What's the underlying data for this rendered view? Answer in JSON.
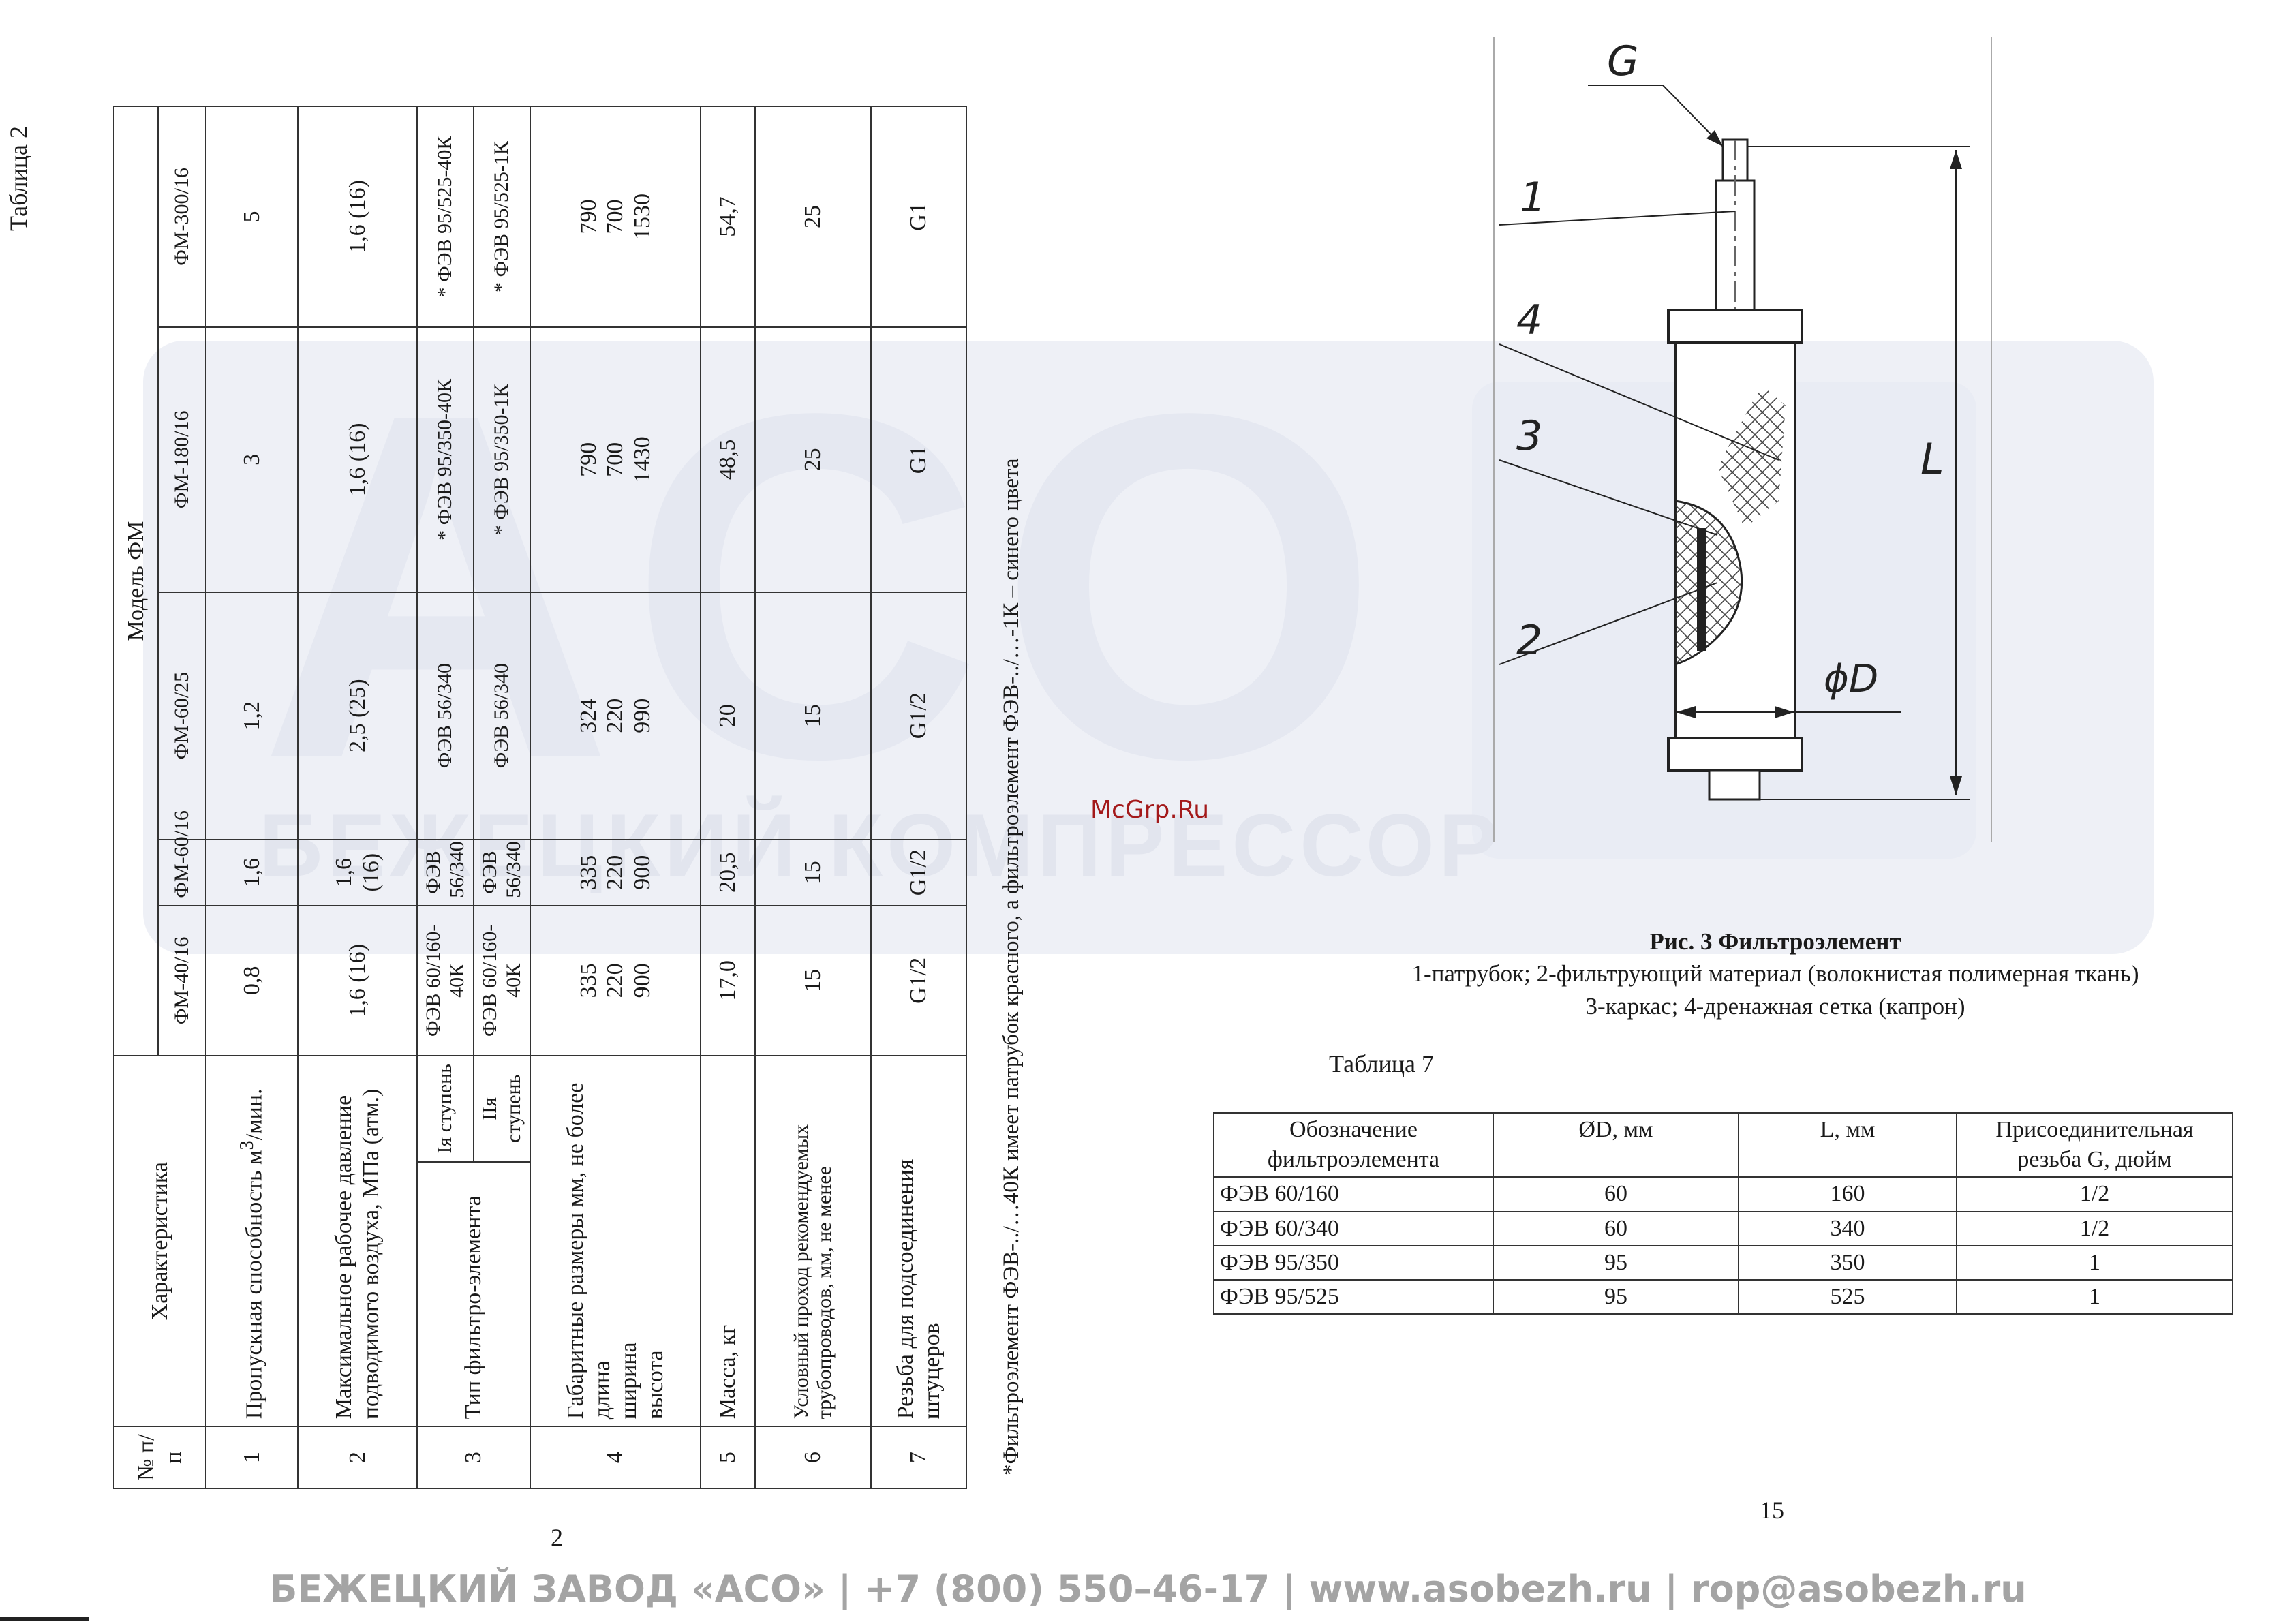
{
  "watermark": {
    "letters": "АСО",
    "text": "БЕЖЕЦКИЙ КОМПРЕССОР"
  },
  "table2": {
    "caption": "Таблица 2",
    "h_num": "№ п/п",
    "h_char": "Характеристика",
    "h_model": "Модель ФМ",
    "models": [
      "ФМ-40/16",
      "ФМ-60/16",
      "ФМ-60/25",
      "ФМ-180/16",
      "ФМ-300/16"
    ],
    "rows": {
      "r1": {
        "num": "1",
        "label_a": "Пропускная способность м",
        "label_sup": "3",
        "label_b": "/мин.",
        "vals": [
          "0,8",
          "1,6",
          "1,2",
          "3",
          "5"
        ]
      },
      "r2": {
        "num": "2",
        "label": "Максимальное рабочее давление подводимого воздуха, МПа (атм.)",
        "vals": [
          "1,6 (16)",
          "1,6 (16)",
          "2,5 (25)",
          "1,6 (16)",
          "1,6 (16)"
        ]
      },
      "r3": {
        "num": "3",
        "label": "Тип фильтро-элемента",
        "stage1": "Iя ступень",
        "stage2": "IIя ступень",
        "vals1": [
          "ФЭВ 60/160-40К",
          "ФЭВ 56/340",
          "ФЭВ 56/340",
          "* ФЭВ 95/350-40К",
          "* ФЭВ 95/525-40К"
        ],
        "vals2": [
          "ФЭВ 60/160-40К",
          "ФЭВ 56/340",
          "ФЭВ 56/340",
          "* ФЭВ 95/350-1К",
          "* ФЭВ 95/525-1К"
        ]
      },
      "r4": {
        "num": "4",
        "label_top": "Габаритные размеры мм, не более",
        "label_1": "длина",
        "label_2": "ширина",
        "label_3": "высота",
        "vals": [
          [
            "335",
            "220",
            "900"
          ],
          [
            "335",
            "220",
            "900"
          ],
          [
            "324",
            "220",
            "990"
          ],
          [
            "790",
            "700",
            "1430"
          ],
          [
            "790",
            "700",
            "1530"
          ]
        ]
      },
      "r5": {
        "num": "5",
        "label": "Масса, кг",
        "vals": [
          "17,0",
          "20,5",
          "20",
          "48,5",
          "54,7"
        ]
      },
      "r6": {
        "num": "6",
        "label": "Условный проход рекомендуемых трубопроводов, мм, не менее",
        "vals": [
          "15",
          "15",
          "15",
          "25",
          "25"
        ]
      },
      "r7": {
        "num": "7",
        "label": "Резьба для подсоединения штуцеров",
        "vals": [
          "G1/2",
          "G1/2",
          "G1/2",
          "G1",
          "G1"
        ]
      }
    },
    "note": "*Фильтроэлемент ФЭВ-../…40К имеет патрубок красного, а фильтроэлемент ФЭВ-../…-1К – синего цвета"
  },
  "figure": {
    "labels": {
      "g": "G",
      "n1": "1",
      "n2": "2",
      "n3": "3",
      "n4": "4",
      "d": "ϕD",
      "l": "L"
    },
    "caption_title": "Рис. 3 Фильтроэлемент",
    "caption_line1": "1-патрубок; 2-фильтрующий материал (волокнистая полимерная ткань)",
    "caption_line2": "3-каркас; 4-дренажная сетка (капрон)"
  },
  "mcgrp": "McGrp.Ru",
  "table7": {
    "label": "Таблица 7",
    "headers": [
      "Обозначение фильтроэлемента",
      "ØD, мм",
      "L, мм",
      "Присоединительная резьба G, дюйм"
    ],
    "rows": [
      [
        "ФЭВ 60/160",
        "60",
        "160",
        "1/2"
      ],
      [
        "ФЭВ 60/340",
        "60",
        "340",
        "1/2"
      ],
      [
        "ФЭВ 95/350",
        "95",
        "350",
        "1"
      ],
      [
        "ФЭВ 95/525",
        "95",
        "525",
        "1"
      ]
    ]
  },
  "page_left": "2",
  "page_right": "15",
  "footer": "БЕЖЕЦКИЙ ЗАВОД «АСО» | +7 (800) 550–46-17 | www.asobezh.ru | rop@asobezh.ru"
}
